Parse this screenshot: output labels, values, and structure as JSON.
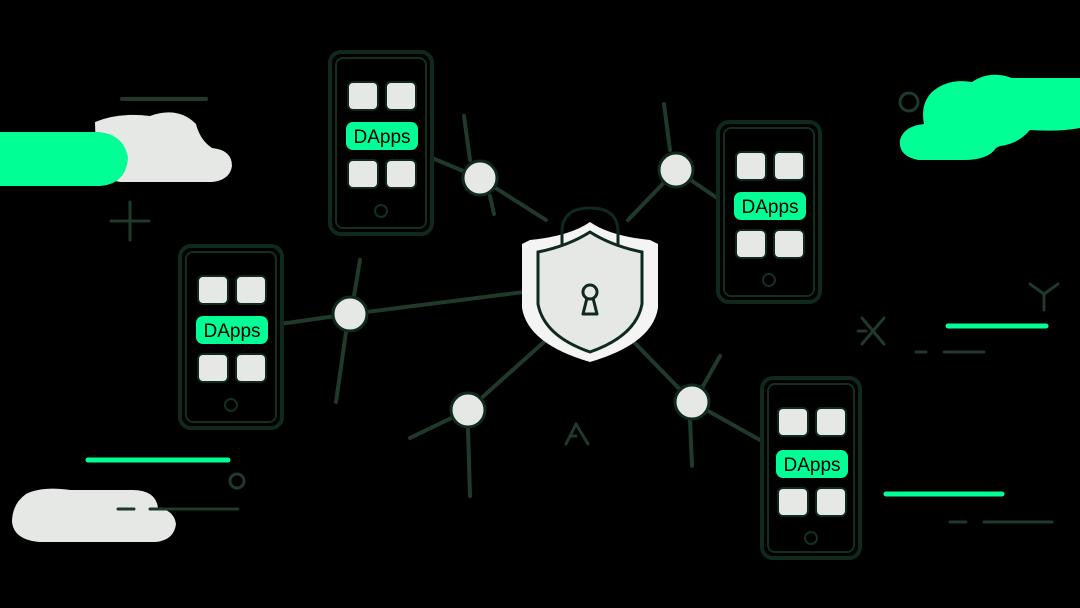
{
  "colors": {
    "background": "#000000",
    "accent": "#00FF94",
    "cloud": "#E6E8E6",
    "line": "#1F3A2A",
    "outline": "#0F2A1C",
    "tile": "#E6E8E6"
  },
  "center": {
    "icon": "shield-lock-icon"
  },
  "phones": [
    {
      "id": "phone-top-left",
      "label": "DApps"
    },
    {
      "id": "phone-left",
      "label": "DApps"
    },
    {
      "id": "phone-right",
      "label": "DApps"
    },
    {
      "id": "phone-bottom-right",
      "label": "DApps"
    }
  ],
  "node_icon": "network-node-icon"
}
